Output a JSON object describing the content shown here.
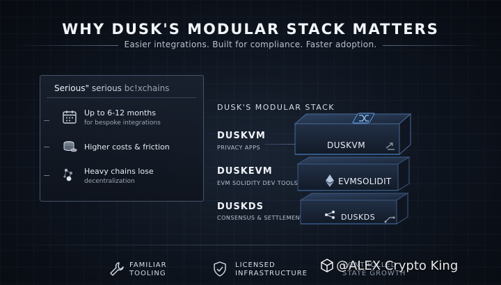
{
  "header": {
    "title": "WHY DUSK'S MODULAR STACK MATTERS",
    "subtitle": "Easier integrations. Built for compliance. Faster adoption."
  },
  "left_panel": {
    "heading_a": "Serious\"",
    "heading_b": "serious",
    "heading_c": "bc!xchains",
    "items": [
      {
        "title": "Up to 6-12 months",
        "sub": "for bespoke integrations",
        "icon": "calendar-icon"
      },
      {
        "title": "Higher costs & friction",
        "sub": "",
        "icon": "coins-icon"
      },
      {
        "title": "Heavy chains lose",
        "sub": "decentralization",
        "icon": "nodes-icon"
      }
    ]
  },
  "stack": {
    "heading": "DUSK'S MODULAR STACK",
    "layers": [
      {
        "title": "DUSKVM",
        "sub": "PRIVACY APPS",
        "block_label": "DUSKVM"
      },
      {
        "title": "DUSKEVM",
        "sub": "EVM SOLIDITY DEV TOOLS",
        "block_label": "EVMSOLIDIT"
      },
      {
        "title": "DUSKDS",
        "sub": "CONSENSUS & SETTLEMENT",
        "block_label": "DUSKDS"
      }
    ]
  },
  "footer": {
    "items": [
      {
        "line1": "FAMILIAR",
        "line2": "TOOLING",
        "icon": "wrench-icon"
      },
      {
        "line1": "LICENSED",
        "line2": "INFRASTRUCTURE",
        "icon": "shield-check-icon"
      },
      {
        "line1": "CONTROLLED",
        "line2": "STATE GROWTH",
        "icon": "cube-icon"
      }
    ]
  },
  "watermark": "@ALEX Crypto King",
  "colors": {
    "accent": "#4d8fe0",
    "block_top": "#24344c",
    "block_side": "#151f2e"
  }
}
